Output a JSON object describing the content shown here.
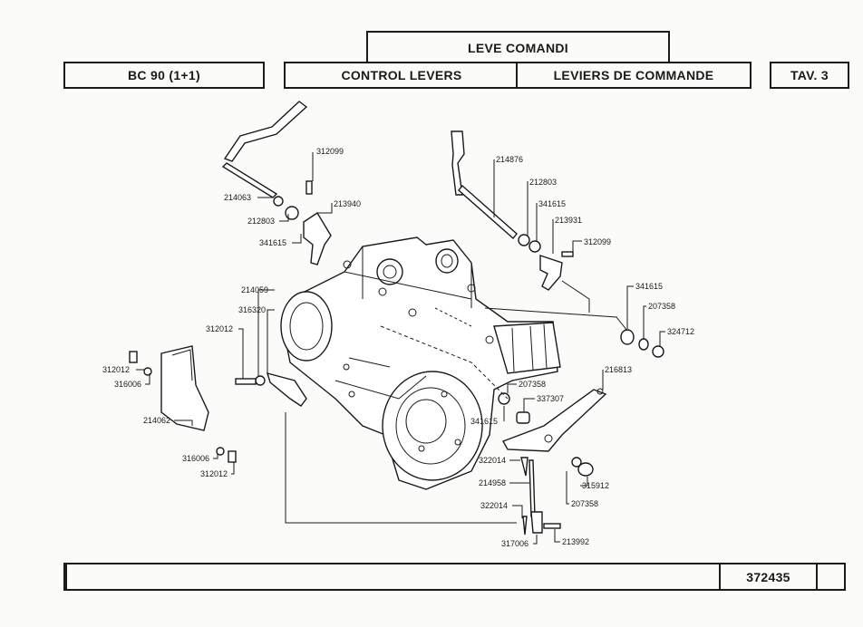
{
  "header": {
    "group_title": "LEVE COMANDI",
    "model": "BC 90 (1+1)",
    "title_en": "CONTROL LEVERS",
    "title_fr": "LEVIERS DE COMMANDE",
    "table": "TAV. 3"
  },
  "footer": {
    "code": "372435"
  },
  "labels": {
    "l01": "312099",
    "l02": "214063",
    "l03": "213940",
    "l04": "212803",
    "l05": "341615",
    "l06": "214876",
    "l07": "212803",
    "l08": "341615",
    "l09": "213931",
    "l10": "312099",
    "l11": "214059",
    "l12": "316320",
    "l13": "312012",
    "l14": "312012",
    "l15": "316006",
    "l16": "214062",
    "l17": "316006",
    "l18": "312012",
    "l19": "341615",
    "l20": "207358",
    "l21": "324712",
    "l22": "216813",
    "l23": "207358",
    "l24": "337307",
    "l25": "341615",
    "l26": "322014",
    "l27": "214958",
    "l28": "315912",
    "l29": "207358",
    "l30": "322014",
    "l31": "317006",
    "l32": "213992"
  }
}
